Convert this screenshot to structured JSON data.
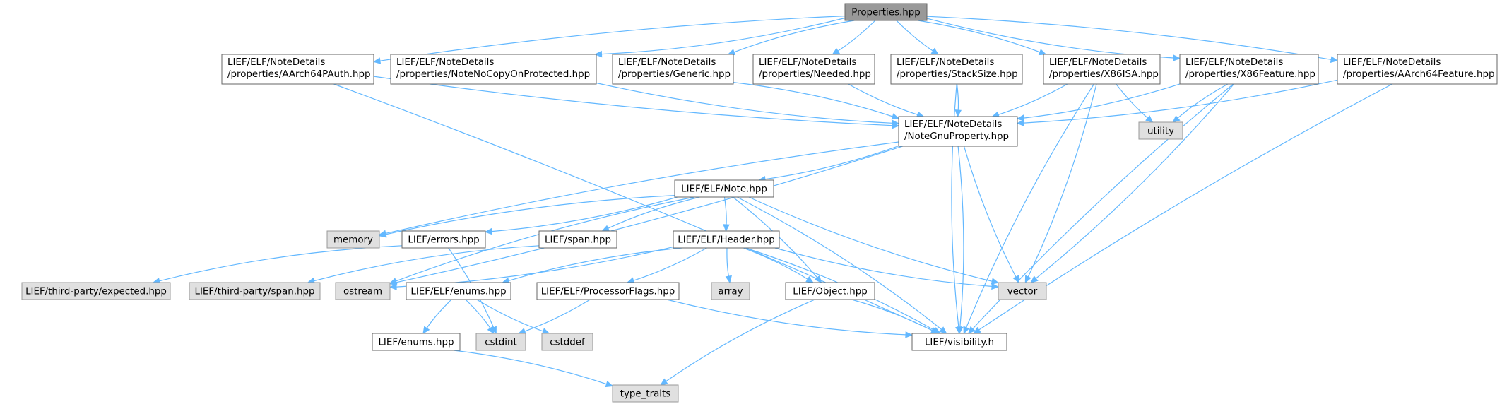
{
  "graph": {
    "colors": {
      "root_fill": "#999999",
      "root_border": "#666666",
      "header_fill": "#ffffff",
      "header_border": "#666666",
      "system_fill": "#e0e0e0",
      "system_border": "#999999",
      "edge": "#63b8ff"
    },
    "nodes": [
      {
        "id": "properties_hpp",
        "lines": [
          "Properties.hpp"
        ],
        "kind": "root"
      },
      {
        "id": "aarch64pauth_hpp",
        "lines": [
          "LIEF/ELF/NoteDetails",
          "/properties/AArch64PAuth.hpp"
        ],
        "kind": "header"
      },
      {
        "id": "notenocopyonprotected_hpp",
        "lines": [
          "LIEF/ELF/NoteDetails",
          "/properties/NoteNoCopyOnProtected.hpp"
        ],
        "kind": "header"
      },
      {
        "id": "generic_hpp",
        "lines": [
          "LIEF/ELF/NoteDetails",
          "/properties/Generic.hpp"
        ],
        "kind": "header"
      },
      {
        "id": "needed_hpp",
        "lines": [
          "LIEF/ELF/NoteDetails",
          "/properties/Needed.hpp"
        ],
        "kind": "header"
      },
      {
        "id": "stacksize_hpp",
        "lines": [
          "LIEF/ELF/NoteDetails",
          "/properties/StackSize.hpp"
        ],
        "kind": "header"
      },
      {
        "id": "x86isa_hpp",
        "lines": [
          "LIEF/ELF/NoteDetails",
          "/properties/X86ISA.hpp"
        ],
        "kind": "header"
      },
      {
        "id": "x86feature_hpp",
        "lines": [
          "LIEF/ELF/NoteDetails",
          "/properties/X86Feature.hpp"
        ],
        "kind": "header"
      },
      {
        "id": "aarch64feature_hpp",
        "lines": [
          "LIEF/ELF/NoteDetails",
          "/properties/AArch64Feature.hpp"
        ],
        "kind": "header"
      },
      {
        "id": "notegnuproperty_hpp",
        "lines": [
          "LIEF/ELF/NoteDetails",
          "/NoteGnuProperty.hpp"
        ],
        "kind": "header"
      },
      {
        "id": "utility",
        "lines": [
          "utility"
        ],
        "kind": "system"
      },
      {
        "id": "note_hpp",
        "lines": [
          "LIEF/ELF/Note.hpp"
        ],
        "kind": "header"
      },
      {
        "id": "memory",
        "lines": [
          "memory"
        ],
        "kind": "system"
      },
      {
        "id": "errors_hpp",
        "lines": [
          "LIEF/errors.hpp"
        ],
        "kind": "header"
      },
      {
        "id": "span_hpp",
        "lines": [
          "LIEF/span.hpp"
        ],
        "kind": "header"
      },
      {
        "id": "header_hpp",
        "lines": [
          "LIEF/ELF/Header.hpp"
        ],
        "kind": "header"
      },
      {
        "id": "expected_hpp",
        "lines": [
          "LIEF/third-party/expected.hpp"
        ],
        "kind": "system"
      },
      {
        "id": "third_span_hpp",
        "lines": [
          "LIEF/third-party/span.hpp"
        ],
        "kind": "system"
      },
      {
        "id": "ostream",
        "lines": [
          "ostream"
        ],
        "kind": "system"
      },
      {
        "id": "elf_enums_hpp",
        "lines": [
          "LIEF/ELF/enums.hpp"
        ],
        "kind": "header"
      },
      {
        "id": "processorflags_hpp",
        "lines": [
          "LIEF/ELF/ProcessorFlags.hpp"
        ],
        "kind": "header"
      },
      {
        "id": "array",
        "lines": [
          "array"
        ],
        "kind": "system"
      },
      {
        "id": "object_hpp",
        "lines": [
          "LIEF/Object.hpp"
        ],
        "kind": "header"
      },
      {
        "id": "vector",
        "lines": [
          "vector"
        ],
        "kind": "system"
      },
      {
        "id": "enums_hpp",
        "lines": [
          "LIEF/enums.hpp"
        ],
        "kind": "header"
      },
      {
        "id": "cstdint",
        "lines": [
          "cstdint"
        ],
        "kind": "system"
      },
      {
        "id": "cstddef",
        "lines": [
          "cstddef"
        ],
        "kind": "system"
      },
      {
        "id": "visibility_h",
        "lines": [
          "LIEF/visibility.h"
        ],
        "kind": "header"
      },
      {
        "id": "type_traits",
        "lines": [
          "type_traits"
        ],
        "kind": "system"
      }
    ],
    "edges": [
      {
        "from": "properties_hpp",
        "to": "aarch64pauth_hpp"
      },
      {
        "from": "properties_hpp",
        "to": "notenocopyonprotected_hpp"
      },
      {
        "from": "properties_hpp",
        "to": "generic_hpp"
      },
      {
        "from": "properties_hpp",
        "to": "needed_hpp"
      },
      {
        "from": "properties_hpp",
        "to": "stacksize_hpp"
      },
      {
        "from": "properties_hpp",
        "to": "x86isa_hpp"
      },
      {
        "from": "properties_hpp",
        "to": "x86feature_hpp"
      },
      {
        "from": "properties_hpp",
        "to": "aarch64feature_hpp"
      },
      {
        "from": "aarch64pauth_hpp",
        "to": "notegnuproperty_hpp"
      },
      {
        "from": "aarch64pauth_hpp",
        "to": "visibility_h"
      },
      {
        "from": "notenocopyonprotected_hpp",
        "to": "notegnuproperty_hpp"
      },
      {
        "from": "generic_hpp",
        "to": "notegnuproperty_hpp"
      },
      {
        "from": "needed_hpp",
        "to": "notegnuproperty_hpp"
      },
      {
        "from": "stacksize_hpp",
        "to": "notegnuproperty_hpp"
      },
      {
        "from": "stacksize_hpp",
        "to": "visibility_h"
      },
      {
        "from": "x86isa_hpp",
        "to": "notegnuproperty_hpp"
      },
      {
        "from": "x86isa_hpp",
        "to": "utility"
      },
      {
        "from": "x86isa_hpp",
        "to": "vector"
      },
      {
        "from": "x86isa_hpp",
        "to": "visibility_h"
      },
      {
        "from": "x86feature_hpp",
        "to": "notegnuproperty_hpp"
      },
      {
        "from": "x86feature_hpp",
        "to": "utility"
      },
      {
        "from": "x86feature_hpp",
        "to": "vector"
      },
      {
        "from": "x86feature_hpp",
        "to": "visibility_h"
      },
      {
        "from": "aarch64feature_hpp",
        "to": "notegnuproperty_hpp"
      },
      {
        "from": "aarch64feature_hpp",
        "to": "visibility_h"
      },
      {
        "from": "notegnuproperty_hpp",
        "to": "note_hpp"
      },
      {
        "from": "notegnuproperty_hpp",
        "to": "memory"
      },
      {
        "from": "notegnuproperty_hpp",
        "to": "ostream"
      },
      {
        "from": "notegnuproperty_hpp",
        "to": "vector"
      },
      {
        "from": "notegnuproperty_hpp",
        "to": "visibility_h"
      },
      {
        "from": "note_hpp",
        "to": "memory"
      },
      {
        "from": "note_hpp",
        "to": "errors_hpp"
      },
      {
        "from": "note_hpp",
        "to": "span_hpp"
      },
      {
        "from": "note_hpp",
        "to": "header_hpp"
      },
      {
        "from": "note_hpp",
        "to": "ostream"
      },
      {
        "from": "note_hpp",
        "to": "object_hpp"
      },
      {
        "from": "note_hpp",
        "to": "vector"
      },
      {
        "from": "note_hpp",
        "to": "visibility_h"
      },
      {
        "from": "errors_hpp",
        "to": "expected_hpp"
      },
      {
        "from": "errors_hpp",
        "to": "cstdint"
      },
      {
        "from": "span_hpp",
        "to": "third_span_hpp"
      },
      {
        "from": "header_hpp",
        "to": "ostream"
      },
      {
        "from": "header_hpp",
        "to": "elf_enums_hpp"
      },
      {
        "from": "header_hpp",
        "to": "processorflags_hpp"
      },
      {
        "from": "header_hpp",
        "to": "array"
      },
      {
        "from": "header_hpp",
        "to": "object_hpp"
      },
      {
        "from": "header_hpp",
        "to": "vector"
      },
      {
        "from": "header_hpp",
        "to": "visibility_h"
      },
      {
        "from": "elf_enums_hpp",
        "to": "enums_hpp"
      },
      {
        "from": "elf_enums_hpp",
        "to": "cstdint"
      },
      {
        "from": "elf_enums_hpp",
        "to": "cstddef"
      },
      {
        "from": "processorflags_hpp",
        "to": "cstdint"
      },
      {
        "from": "processorflags_hpp",
        "to": "visibility_h"
      },
      {
        "from": "object_hpp",
        "to": "visibility_h"
      },
      {
        "from": "object_hpp",
        "to": "type_traits"
      },
      {
        "from": "enums_hpp",
        "to": "type_traits"
      }
    ]
  }
}
